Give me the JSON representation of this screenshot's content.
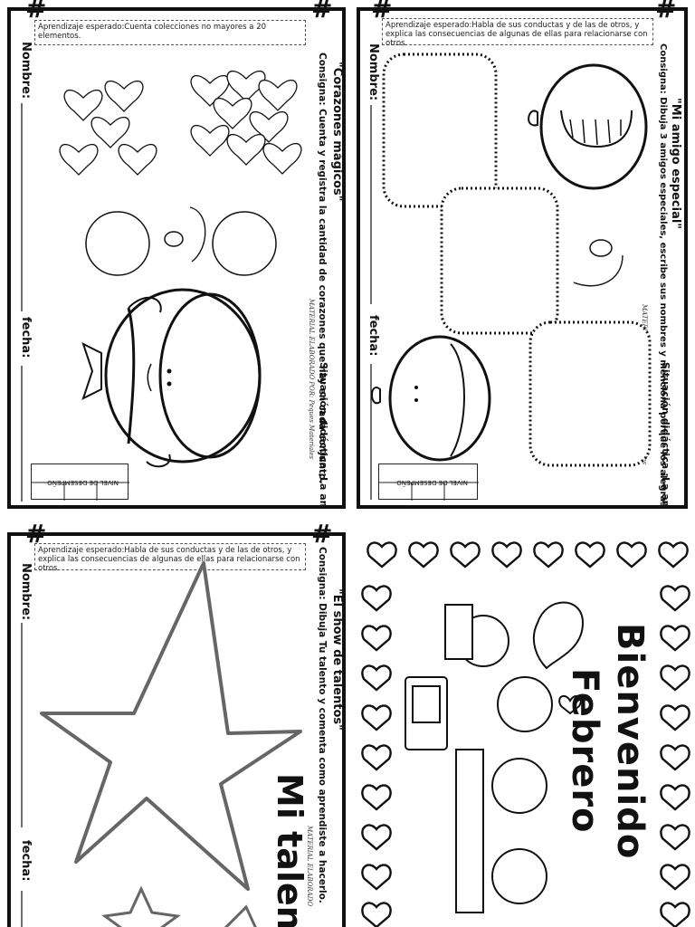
{
  "worksheets": [
    {
      "id": "corazones",
      "aprendizaje": "Aprendizaje esperado:Cuenta colecciones no mayores a 20 elementos.",
      "title": "\"Corazones mágicos\"",
      "consigna": "Consigna: Cuenta y registra la cantidad de corazones que hay en cada conjunto.",
      "situacion": "Situación didáctica ¡La amistad !",
      "nivel": "NIVEL DE DESEMPEÑO",
      "watermark": "MATERIAL ELABORADO POR: Peques Materiales",
      "nombre": "Nombre:",
      "fecha": "fecha:"
    },
    {
      "id": "amigo",
      "aprendizaje": "Aprendizaje esperado:Habla de sus conductas y de las de otros, y explica las consecuencias de algunas de ellas para relacionarse con otros.",
      "title": "\"Mi amigo especial\"",
      "consigna": "Consigna: Dibuja 3 amigos especiales, escribe sus nombres y menciona porque los alegras a ellos.",
      "situacion": "Situación didáctica ¡La amistad !",
      "nivel": "NIVEL DE DESEMPEÑO",
      "watermark": "MATERIAL ELABORADO POR: Peques Materiales",
      "nombre": "Nombre:",
      "fecha": "fecha:"
    },
    {
      "id": "talentos",
      "aprendizaje": "Aprendizaje esperado:Habla de sus conductas y de las de otros, y explica las consecuencias de algunas de ellas para relacionarse con otros.",
      "title": "\"El show de talentos\"",
      "consigna": "Consigna: Dibuja Tu talento y comenta como aprendiste a hacerlo.",
      "big": "Mi talent",
      "watermark": "MATERIAL ELABORADO",
      "nombre": "Nombre:",
      "fecha": "fecha:"
    },
    {
      "id": "portada",
      "line1": "Bienvenido",
      "line2": "Febrero"
    }
  ],
  "icons": [
    "heart-icon",
    "star-icon",
    "binder-ring-icon"
  ]
}
